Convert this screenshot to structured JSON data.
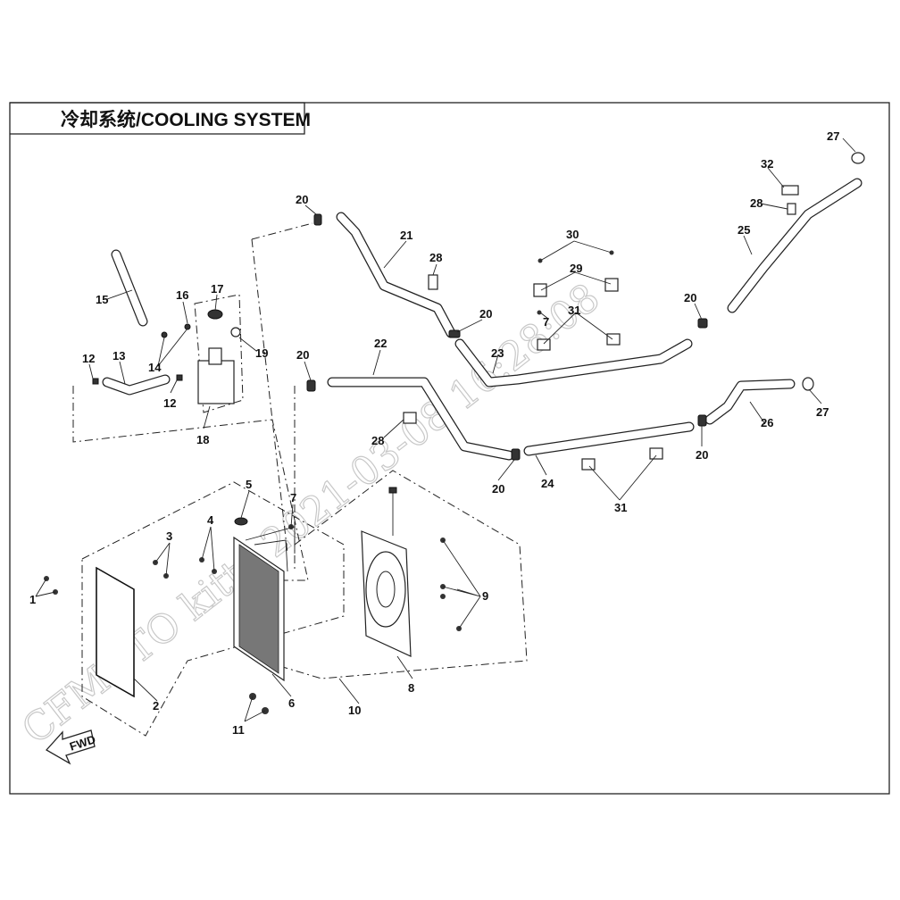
{
  "diagram": {
    "title": "冷却系统/COOLING SYSTEM",
    "watermark": "CFMOTO  kitty  2021-03-08  16:28:08",
    "fwd_label": "FWD",
    "callouts": [
      "1",
      "2",
      "3",
      "4",
      "5",
      "6",
      "7",
      "7",
      "8",
      "9",
      "10",
      "11",
      "12",
      "12",
      "13",
      "14",
      "15",
      "16",
      "17",
      "18",
      "19",
      "20",
      "20",
      "20",
      "20",
      "20",
      "20",
      "21",
      "22",
      "23",
      "24",
      "25",
      "26",
      "27",
      "27",
      "28",
      "28",
      "28",
      "29",
      "30",
      "31",
      "31",
      "32"
    ]
  },
  "colors": {
    "line": "#222222",
    "background": "#ffffff",
    "watermark": "#c8c8c8"
  }
}
